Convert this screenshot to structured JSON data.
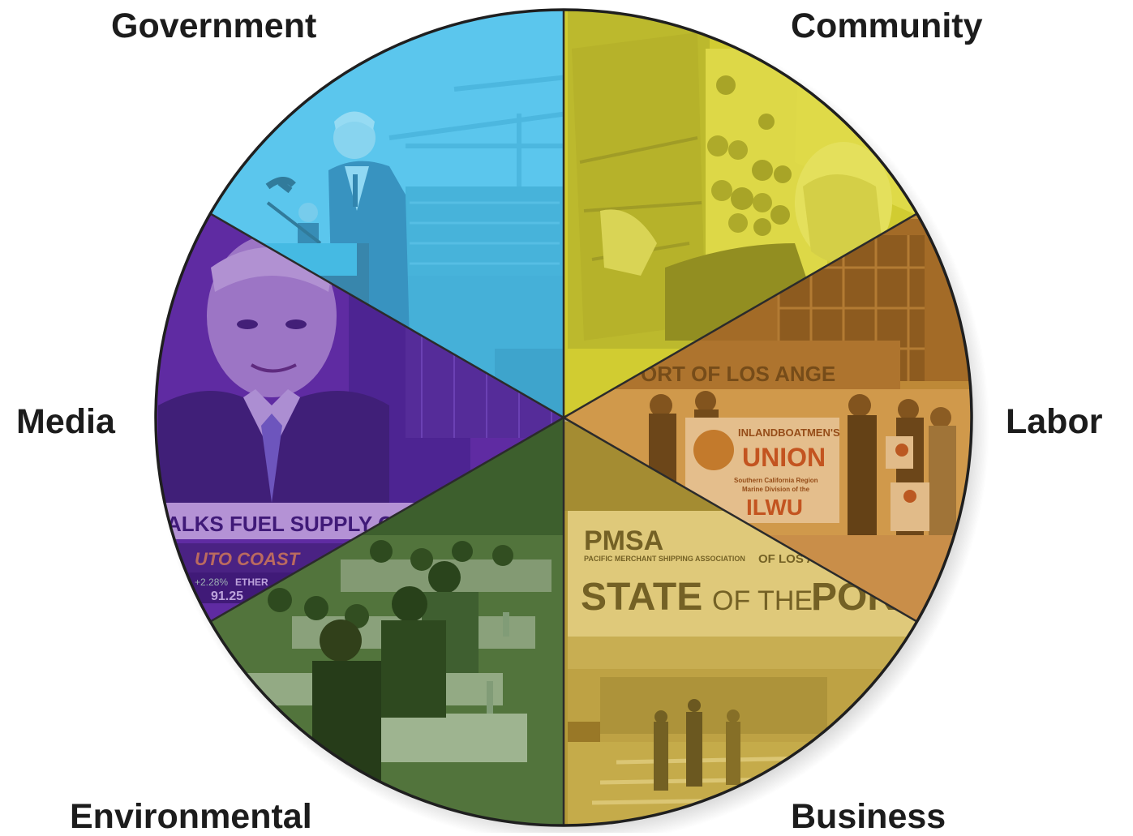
{
  "segments": [
    {
      "key": "community",
      "label": "Community",
      "tint": "#d8d32a"
    },
    {
      "key": "labor",
      "label": "Labor",
      "tint": "#c9862c"
    },
    {
      "key": "business",
      "label": "Business",
      "tint": "#c9a63a"
    },
    {
      "key": "environmental",
      "label": "Environmental",
      "tint": "#3f6a2c"
    },
    {
      "key": "media",
      "label": "Media",
      "tint": "#6a2fa7"
    },
    {
      "key": "government",
      "label": "Government",
      "tint": "#4fc2ec"
    }
  ],
  "photo_text": {
    "media_ticker": "ALKS FUEL SUPPLY CHAIN DIS",
    "media_brand": "UTO COAST",
    "media_pct": "+2.28%",
    "media_eth": "ETHER",
    "media_price": "91.25",
    "labor_building_sign": "ORT OF LOS ANGE",
    "labor_banner_1": "INLANDBOATMEN'S",
    "labor_banner_2": "UNION",
    "labor_banner_3": "Southern California Region",
    "labor_banner_4": "Marine Division of the",
    "labor_banner_5": "ILWU",
    "business_pmsa": "PMSA",
    "business_pmsa_sub": "PACIFIC MERCHANT SHIPPING ASSOCIATION",
    "business_los": "OF LOS A",
    "business_state": "STATE",
    "business_ofthe": "OF THE",
    "business_port": "POR"
  }
}
